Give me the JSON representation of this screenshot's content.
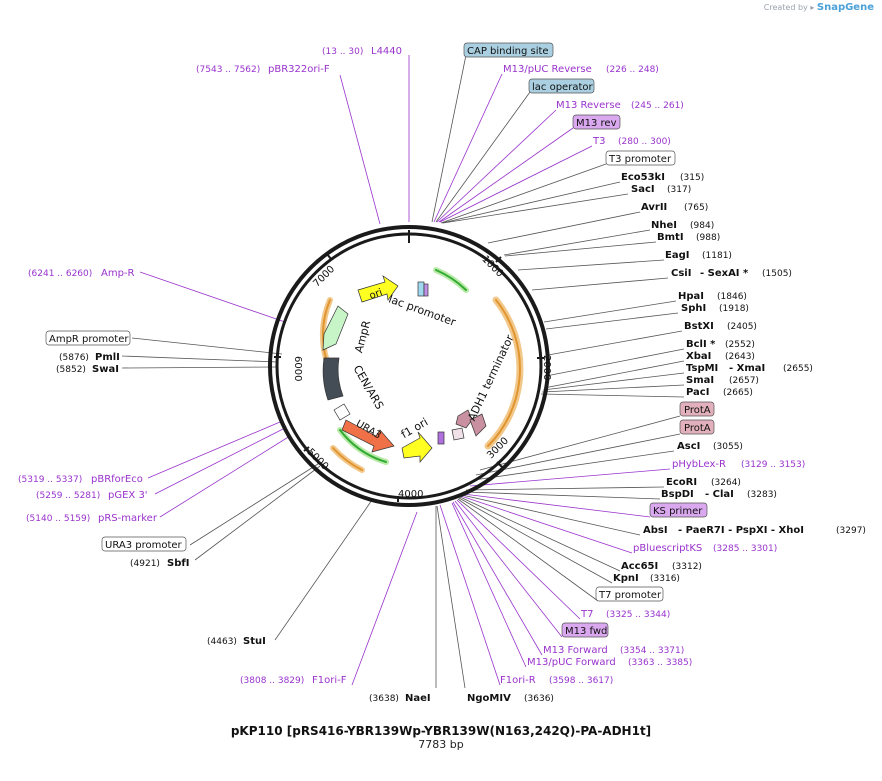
{
  "credit": {
    "prefix": "Created by",
    "brand": "SnapGene"
  },
  "title": "pKP110 [pRS416-YBR139Wp-YBR139W(N163,242Q)-PA-ADH1t]",
  "size_label": "7783 bp",
  "ticks": [
    "1000",
    "2000",
    "3000",
    "4000",
    "5000",
    "6000",
    "7000"
  ],
  "features": [
    "ori",
    "lac promoter",
    "AmpR",
    "CEN/ARS",
    "URA3",
    "f1 ori",
    "ADH1 terminator"
  ],
  "colors": {
    "primer": "#9933cc",
    "site": "#111111",
    "box_blue": "#a9cfe0",
    "box_purple": "#d9a8ef",
    "box_pink": "#e2b0bc"
  },
  "labels": {
    "L4440": {
      "range": "(13 .. 30)",
      "name": "L4440"
    },
    "pBR322oriF": {
      "range": "(7543 .. 7562)",
      "name": "pBR322ori-F"
    },
    "CAP": {
      "name": "CAP binding site"
    },
    "M13pUCRev": {
      "name": "M13/pUC Reverse",
      "range": "(226 .. 248)"
    },
    "lacop": {
      "name": "lac operator"
    },
    "M13Rev": {
      "name": "M13 Reverse",
      "range": "(245 .. 261)"
    },
    "M13rev": {
      "name": "M13 rev"
    },
    "T3": {
      "name": "T3",
      "range": "(280 .. 300)"
    },
    "T3prom": {
      "name": "T3 promoter"
    },
    "Eco53kI": {
      "name": "Eco53kI",
      "pos": "(315)"
    },
    "SacI": {
      "name": "SacI",
      "pos": "(317)"
    },
    "AvrII": {
      "name": "AvrII",
      "pos": "(765)"
    },
    "NheI": {
      "name": "NheI",
      "pos": "(984)"
    },
    "BmtI": {
      "name": "BmtI",
      "pos": "(988)"
    },
    "EagI": {
      "name": "EagI",
      "pos": "(1181)"
    },
    "CsiI": {
      "name": "CsiI",
      "sep": "- SexAI *",
      "pos": "(1505)"
    },
    "HpaI": {
      "name": "HpaI",
      "pos": "(1846)"
    },
    "SphI": {
      "name": "SphI",
      "pos": "(1918)"
    },
    "BstXI": {
      "name": "BstXI",
      "pos": "(2405)"
    },
    "BclI": {
      "name": "BclI *",
      "pos": "(2552)"
    },
    "XbaI": {
      "name": "XbaI",
      "pos": "(2643)"
    },
    "TspMI": {
      "name": "TspMI",
      "sep": "- XmaI",
      "pos": "(2655)"
    },
    "SmaI": {
      "name": "SmaI",
      "pos": "(2657)"
    },
    "PacI": {
      "name": "PacI",
      "pos": "(2665)"
    },
    "ProtA1": {
      "name": "ProtA"
    },
    "ProtA2": {
      "name": "ProtA"
    },
    "AscI": {
      "name": "AscI",
      "pos": "(3055)"
    },
    "pHybLex": {
      "name": "pHybLex-R",
      "range": "(3129 .. 3153)"
    },
    "EcoRI": {
      "name": "EcoRI",
      "pos": "(3264)"
    },
    "BspDI": {
      "name": "BspDI",
      "sep": "- ClaI",
      "pos": "(3283)"
    },
    "KSprimer": {
      "name": "KS primer"
    },
    "AbsI": {
      "name": "AbsI",
      "sep": "- PaeR7I - PspXI - XhoI",
      "pos": "(3297)"
    },
    "pBlueKS": {
      "name": "pBluescriptKS",
      "range": "(3285 .. 3301)"
    },
    "Acc65I": {
      "name": "Acc65I",
      "pos": "(3312)"
    },
    "KpnI": {
      "name": "KpnI",
      "pos": "(3316)"
    },
    "T7prom": {
      "name": "T7 promoter"
    },
    "T7": {
      "name": "T7",
      "range": "(3325 .. 3344)"
    },
    "M13fwd": {
      "name": "M13 fwd"
    },
    "M13Fwd": {
      "name": "M13 Forward",
      "range": "(3354 .. 3371)"
    },
    "M13pUCFwd": {
      "name": "M13/pUC Forward",
      "range": "(3363 .. 3385)"
    },
    "F1oriR": {
      "name": "F1ori-R",
      "range": "(3598 .. 3617)"
    },
    "NgoMIV": {
      "name": "NgoMIV",
      "pos": "(3636)"
    },
    "NaeI": {
      "name": "NaeI",
      "pos": "(3638)"
    },
    "F1oriF": {
      "name": "F1ori-F",
      "range": "(3808 .. 3829)"
    },
    "StuI": {
      "name": "StuI",
      "pos": "(4463)"
    },
    "SbfI": {
      "name": "SbfI",
      "pos": "(4921)"
    },
    "URA3prom": {
      "name": "URA3 promoter"
    },
    "pRSmarker": {
      "name": "pRS-marker",
      "range": "(5140 .. 5159)"
    },
    "pGEX3": {
      "name": "pGEX 3'",
      "range": "(5259 .. 5281)"
    },
    "pBRforEco": {
      "name": "pBRforEco",
      "range": "(5319 .. 5337)"
    },
    "SwaI": {
      "name": "SwaI",
      "pos": "(5852)"
    },
    "PmlI": {
      "name": "PmlI",
      "pos": "(5876)"
    },
    "AmpRprom": {
      "name": "AmpR promoter"
    },
    "AmpR_primer": {
      "name": "Amp-R",
      "range": "(6241 .. 6260)"
    }
  }
}
